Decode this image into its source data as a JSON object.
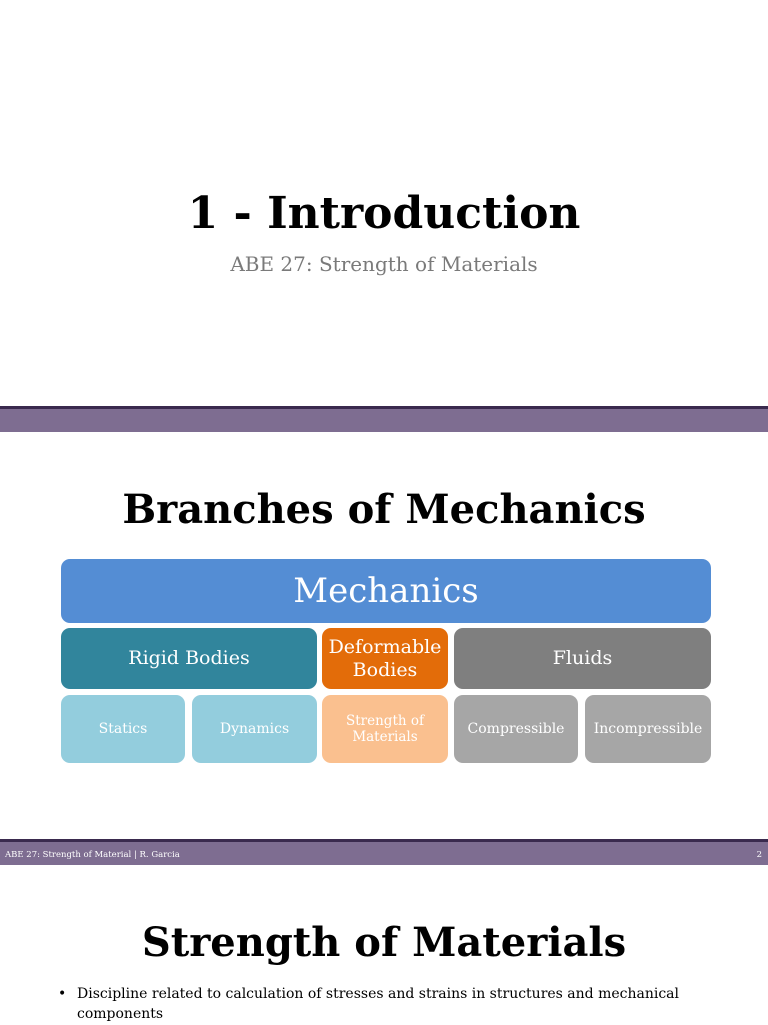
{
  "slide1": {
    "title": "1 - Introduction",
    "subtitle": "ABE 27: Strength of Materials"
  },
  "slide2": {
    "title": "Branches of Mechanics",
    "diagram": {
      "root": "Mechanics",
      "level1": {
        "rigid": "Rigid Bodies",
        "deformable": "Deformable Bodies",
        "fluids": "Fluids"
      },
      "level2": {
        "statics": "Statics",
        "dynamics": "Dynamics",
        "strength": "Strength of Materials",
        "compressible": "Compressible",
        "incompressible": "Incompressible"
      }
    },
    "footer": {
      "left": "ABE 27: Strength of Material | R. Garcia",
      "page": "2"
    }
  },
  "slide3": {
    "title": "Strength of Materials",
    "bullet_symbol": "•",
    "bullets": [
      "Discipline related to calculation of stresses and strains in structures and mechanical components"
    ]
  },
  "colors": {
    "mechanics": "#548dd4",
    "rigid": "#31859c",
    "deformable": "#e36c09",
    "fluids": "#7f7f7f",
    "rigid_children": "#93cddd",
    "deformable_child": "#fac08f",
    "fluid_children": "#a6a6a6",
    "divider_bar": "#7e6d91"
  }
}
